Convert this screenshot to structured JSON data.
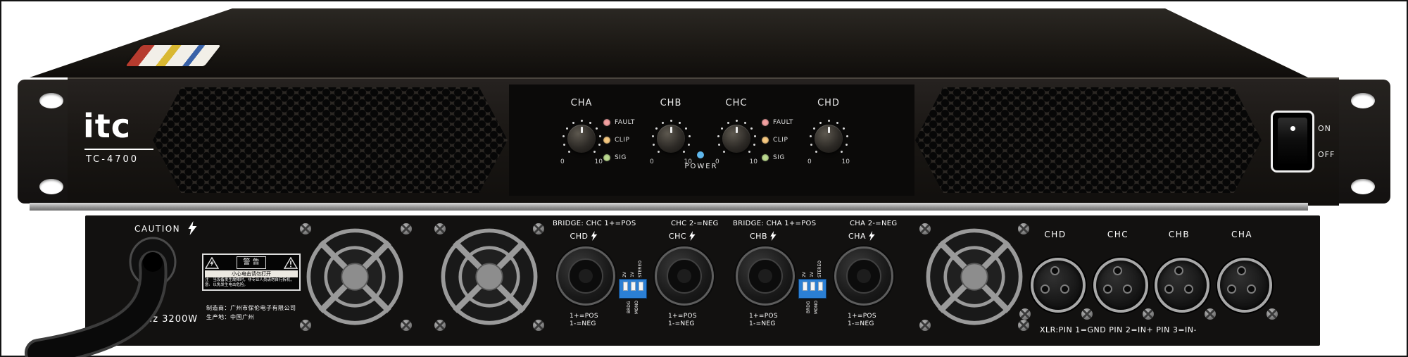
{
  "front": {
    "brand": "itc",
    "model": "TC-4700",
    "channels": [
      "CHA",
      "CHB",
      "CHC",
      "CHD"
    ],
    "knob_min": "0",
    "knob_max": "10",
    "led_labels": [
      "FAULT",
      "CLIP",
      "SIG"
    ],
    "power_label": "POWER",
    "switch_on": "ON",
    "switch_off": "OFF",
    "colors": {
      "fault": "#f2a0a0",
      "clip": "#f6c981",
      "sig": "#bcda90",
      "power": "#5fb7ec"
    }
  },
  "rear": {
    "caution": "CAUTION",
    "power_rating": "~50Hz 3200W",
    "warning": {
      "title": "警 告",
      "subtitle": "小心电击请勿打开",
      "note_label": "注意:",
      "note_text": "当设备发生故障时，非专业人员请勿自行拆机，以免发生电击危险。"
    },
    "manufacturer_line1": "制造商：广州市保伦电子有限公司",
    "manufacturer_line2": "生产地：中国广州",
    "dip_color": "#2b7fd4",
    "speaker_groups": [
      {
        "bridge_label": "BRIDGE: CHC 1+=POS",
        "bridge_label2": "CHC 2-=NEG",
        "connectors": [
          {
            "channel": "CHD",
            "pin_pos": "1+=POS",
            "pin_neg": "1-=NEG"
          },
          {
            "channel": "CHC",
            "pin_pos": "1+=POS",
            "pin_neg": "1-=NEG"
          }
        ],
        "dip": {
          "top1": "2V",
          "top2": "1V",
          "right": "STEREO",
          "bottom1": "BRDG",
          "bottom2": "MONO"
        }
      },
      {
        "bridge_label": "BRIDGE: CHA 1+=POS",
        "bridge_label2": "CHA 2-=NEG",
        "connectors": [
          {
            "channel": "CHB",
            "pin_pos": "1+=POS",
            "pin_neg": "1-=NEG"
          },
          {
            "channel": "CHA",
            "pin_pos": "1+=POS",
            "pin_neg": "1-=NEG"
          }
        ],
        "dip": {
          "top1": "2V",
          "top2": "1V",
          "right": "STEREO",
          "bottom1": "BRDG",
          "bottom2": "MONO"
        }
      }
    ],
    "xlr": {
      "labels": [
        "CHD",
        "CHC",
        "CHB",
        "CHA"
      ],
      "pin_info": "XLR:PIN 1=GND PIN 2=IN+ PIN 3=IN-"
    }
  }
}
